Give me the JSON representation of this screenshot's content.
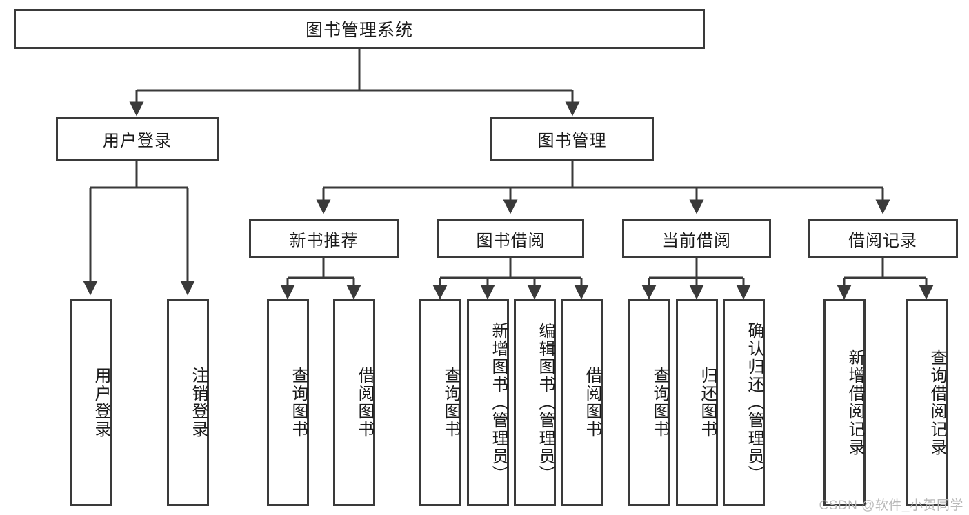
{
  "diagram": {
    "title": "图书管理系统",
    "root": {
      "label": "图书管理系统"
    },
    "level2": [
      {
        "label": "用户登录"
      },
      {
        "label": "图书管理"
      }
    ],
    "level3": [
      {
        "label": "新书推荐"
      },
      {
        "label": "图书借阅"
      },
      {
        "label": "当前借阅"
      },
      {
        "label": "借阅记录"
      }
    ],
    "leaves": {
      "user_login": [
        {
          "label": "用户登录"
        },
        {
          "label": "注销登录"
        }
      ],
      "new_book_recommend": [
        {
          "label": "查询图书"
        },
        {
          "label": "借阅图书"
        }
      ],
      "book_borrow": [
        {
          "label": "查询图书"
        },
        {
          "label": "新增图书（管理员）"
        },
        {
          "label": "编辑图书（管理员）"
        },
        {
          "label": "借阅图书"
        }
      ],
      "current_borrow": [
        {
          "label": "查询图书"
        },
        {
          "label": "归还图书"
        },
        {
          "label": "确认归还（管理员）"
        }
      ],
      "borrow_record": [
        {
          "label": "新增借阅记录"
        },
        {
          "label": "查询借阅记录"
        }
      ]
    },
    "watermark": "CSDN @软件_小贺同学",
    "colors": {
      "stroke": "#3a3a3a",
      "fill": "#ffffff",
      "text": "#1a1a1a",
      "watermark": "#b9b9b9"
    }
  }
}
